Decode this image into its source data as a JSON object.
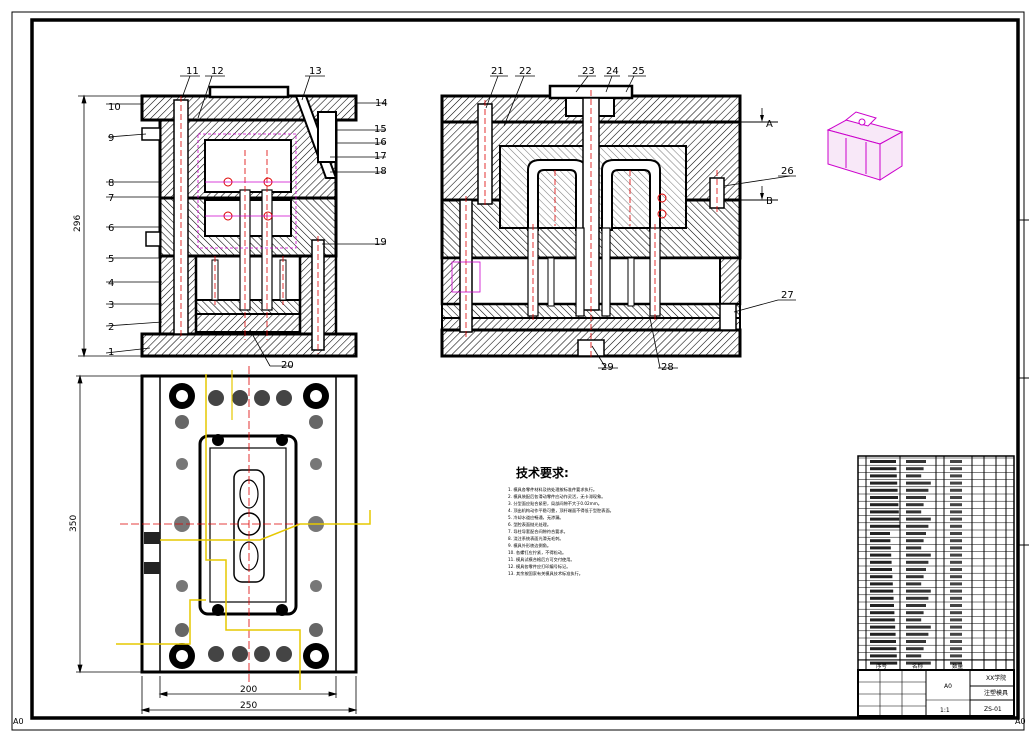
{
  "drawing": {
    "part_labels": [
      "1",
      "2",
      "3",
      "4",
      "5",
      "6",
      "7",
      "8",
      "9",
      "10",
      "11",
      "12",
      "13",
      "14",
      "15",
      "16",
      "17",
      "18",
      "19",
      "20",
      "21",
      "22",
      "23",
      "24",
      "25",
      "26",
      "27",
      "28",
      "29"
    ],
    "section_marks": [
      "A",
      "B"
    ],
    "dims": {
      "height_side": "296",
      "height_plan": "350",
      "width_inner": "200",
      "width_outer": "250"
    },
    "tech_req": {
      "title": "技术要求:",
      "lines": [
        "1. 模具各零件材料及热处理按标准件要求执行。",
        "2. 模具装配后各滑动零件应动作灵活，无卡滞现象。",
        "3. 分型面应贴合紧密，局部间隙不大于0.02mm。",
        "4. 顶出机构动作平稳可靠，顶杆端面不得低于型腔表面。",
        "5. 冷却水道应畅通，无渗漏。",
        "6. 型腔表面抛光处理。",
        "7. 导柱导套配合间隙符合要求。",
        "8. 浇注系统表面光滑无毛刺。",
        "9. 模具外形棱边倒角。",
        "10. 各螺钉应拧紧，不得松动。",
        "11. 模具试模合格后方可交付使用。",
        "12. 模具各零件应打印编号标记。",
        "13. 其余按国家有关模具技术标准执行。"
      ]
    },
    "corner_marks": [
      "A0",
      "A0"
    ],
    "title_block": {
      "col_headers": [
        "序号",
        "名称",
        "数量"
      ],
      "school": "XX学院",
      "drawing_name": "注塑模具",
      "scale": "1:1",
      "sheet": "A0",
      "number": "ZS-01"
    }
  }
}
